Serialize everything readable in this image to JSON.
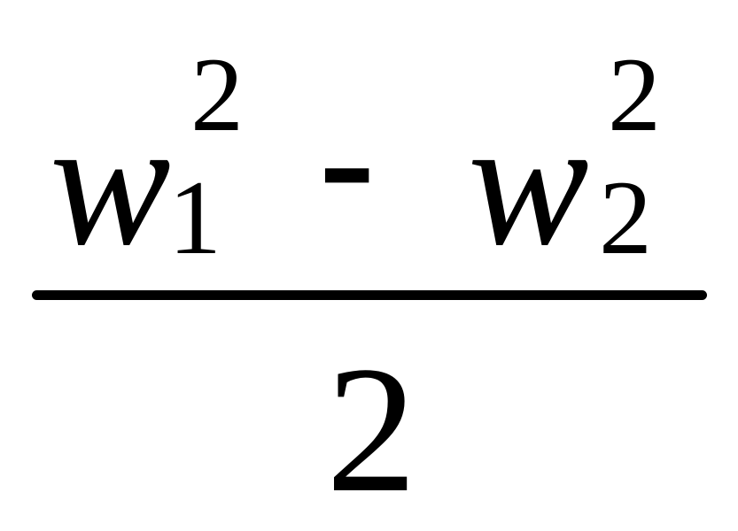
{
  "expression": {
    "numerator": {
      "term1": {
        "base": "w",
        "subscript": "1",
        "superscript": "2"
      },
      "operator": "-",
      "term2": {
        "base": "w",
        "subscript": "2",
        "superscript": "2"
      }
    },
    "denominator": "2"
  }
}
